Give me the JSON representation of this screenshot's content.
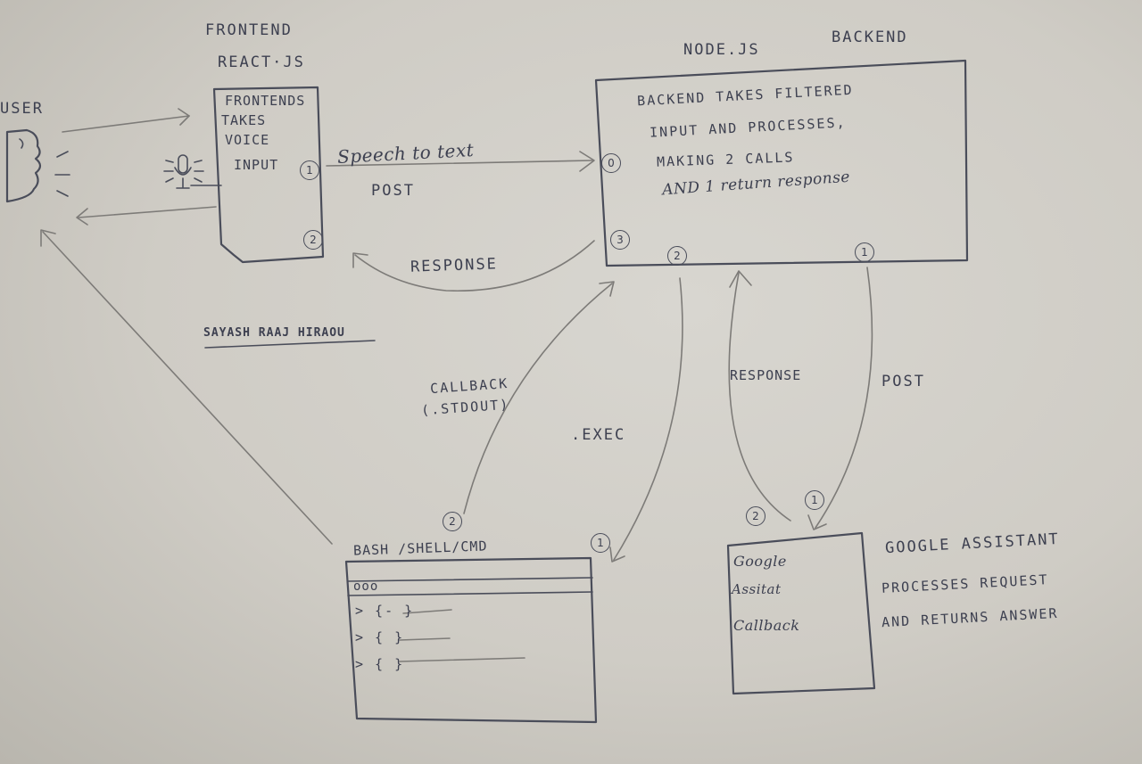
{
  "frontend": {
    "heading_line1": "FRONTEND",
    "heading_line2": "REACT·JS",
    "box_lines": [
      "FRONTENDS",
      "TAKES",
      "VOICE",
      "INPUT"
    ]
  },
  "backend": {
    "heading_node": "NODE.JS",
    "heading_backend": "BACKEND",
    "box_lines": [
      "BACKEND TAKES FILTERED",
      "INPUT AND PROCESSES,",
      "MAKING 2 CALLS",
      "AND 1 return response"
    ]
  },
  "user": {
    "label": "USER"
  },
  "arrows": {
    "speech_to_text": "Speech to text",
    "post_frontend": "POST",
    "response_frontend": "RESPONSE",
    "callback": "CALLBACK",
    "stdout": "(.STDOUT)",
    "exec": ".EXEC",
    "response_google": "RESPONSE",
    "post_google": "POST"
  },
  "author": "SAYASH RAAJ HIRAOU",
  "bash": {
    "title": "BASH /SHELL/CMD",
    "dots": "ooo",
    "lines": [
      "> {-     }",
      "> {      }",
      "> {           }"
    ]
  },
  "google": {
    "box_lines": [
      "Google",
      "Assitat",
      "Callback"
    ],
    "desc_lines": [
      "GOOGLE ASSISTANT",
      "PROCESSES REQUEST",
      "AND RETURNS ANSWER"
    ]
  },
  "step_numbers": {
    "frontend_1": "1",
    "frontend_2": "2",
    "backend_0": "0",
    "backend_3": "3",
    "backend_2": "2",
    "backend_1": "1",
    "bash_2": "2",
    "bash_1": "1",
    "google_2": "2",
    "google_1": "1"
  }
}
